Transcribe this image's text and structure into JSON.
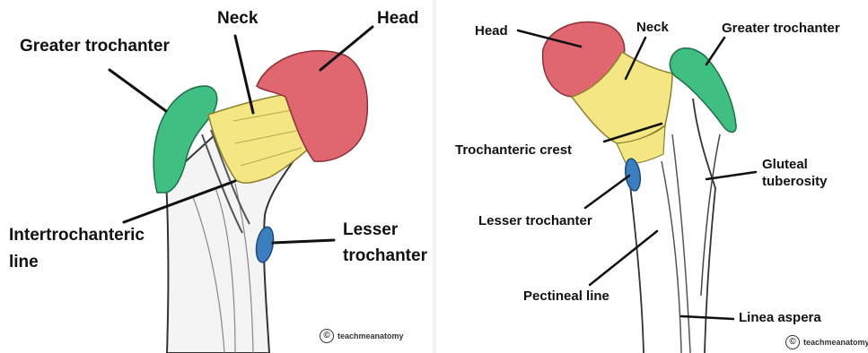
{
  "left": {
    "labels": {
      "greater_trochanter": "Greater trochanter",
      "neck": "Neck",
      "head": "Head",
      "intertrochanteric_line": [
        "Intertrochanteric",
        "line"
      ],
      "lesser_trochanter": [
        "Lesser",
        "trochanter"
      ]
    },
    "watermark": "teachmeanatomy"
  },
  "right": {
    "labels": {
      "head": "Head",
      "neck": "Neck",
      "greater_trochanter": "Greater trochanter",
      "trochanteric_crest": "Trochanteric crest",
      "gluteal_tuberosity": [
        "Gluteal",
        "tuberosity"
      ],
      "lesser_trochanter": "Lesser trochanter",
      "pectineal_line": "Pectineal line",
      "linea_aspera": "Linea aspera"
    },
    "watermark": "teachmeanatomy"
  },
  "colors": {
    "head": "#e06670",
    "neck": "#f3e683",
    "greater_trochanter": "#3fbf82",
    "lesser_trochanter": "#3b7fc0",
    "bone_outline": "#333333"
  }
}
